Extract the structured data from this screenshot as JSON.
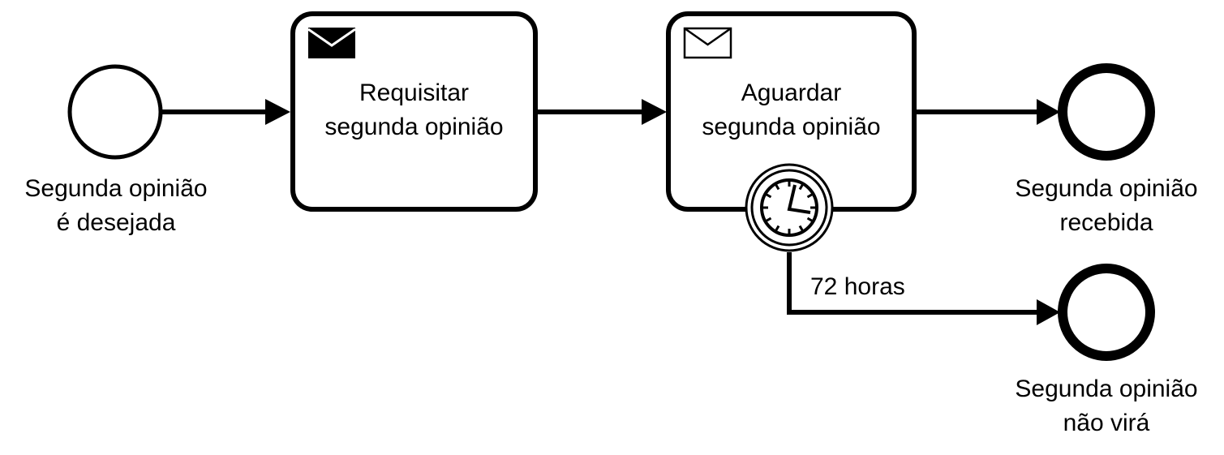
{
  "start_event": {
    "label_line1": "Segunda opinião",
    "label_line2": "é desejada"
  },
  "task_send": {
    "label_line1": "Requisitar",
    "label_line2": "segunda opinião",
    "marker_icon": "envelope-filled-icon"
  },
  "task_receive": {
    "label_line1": "Aguardar",
    "label_line2": "segunda opinião",
    "marker_icon": "envelope-outline-icon",
    "boundary_icon": "clock-icon"
  },
  "timeout_flow": {
    "label": "72 horas"
  },
  "end_received": {
    "label_line1": "Segunda opinião",
    "label_line2": "recebida"
  },
  "end_timeout": {
    "label_line1": "Segunda opinião",
    "label_line2": "não virá"
  },
  "colors": {
    "stroke": "#000000",
    "fill": "#ffffff"
  }
}
